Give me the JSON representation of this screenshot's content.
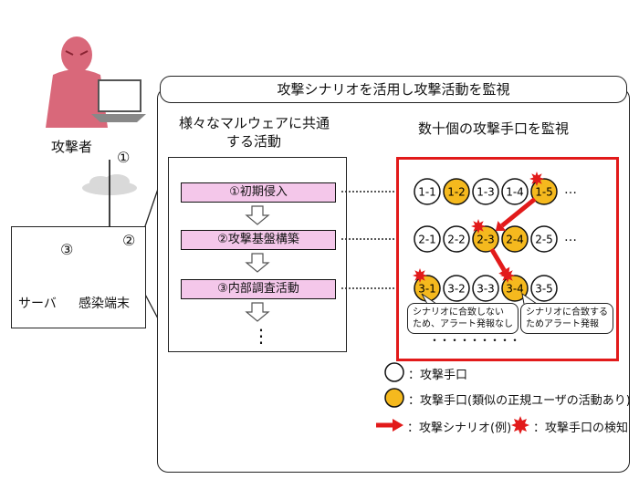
{
  "main_title": "攻撃シナリオを活用し攻撃活動を監視",
  "left_heading": [
    "様々なマルウェアに共通",
    "する活動"
  ],
  "right_heading": "数十個の攻撃手口を監視",
  "attacker_label": "攻撃者",
  "server_label": "サーバ",
  "terminal_label": "感染端末",
  "step_markers": [
    "①",
    "②",
    "③"
  ],
  "stages": [
    "①初期侵入",
    "②攻撃基盤構築",
    "③内部調査活動"
  ],
  "rows": [
    {
      "nodes": [
        {
          "label": "1-1",
          "similar": false,
          "detected": false
        },
        {
          "label": "1-2",
          "similar": true,
          "detected": false
        },
        {
          "label": "1-3",
          "similar": false,
          "detected": false
        },
        {
          "label": "1-4",
          "similar": false,
          "detected": false
        },
        {
          "label": "1-5",
          "similar": true,
          "detected": true
        }
      ]
    },
    {
      "nodes": [
        {
          "label": "2-1",
          "similar": false,
          "detected": false
        },
        {
          "label": "2-2",
          "similar": false,
          "detected": false
        },
        {
          "label": "2-3",
          "similar": true,
          "detected": true
        },
        {
          "label": "2-4",
          "similar": true,
          "detected": false
        },
        {
          "label": "2-5",
          "similar": false,
          "detected": false
        }
      ]
    },
    {
      "nodes": [
        {
          "label": "3-1",
          "similar": true,
          "detected": true
        },
        {
          "label": "3-2",
          "similar": false,
          "detected": false
        },
        {
          "label": "3-3",
          "similar": false,
          "detected": false
        },
        {
          "label": "3-4",
          "similar": true,
          "detected": true
        },
        {
          "label": "3-5",
          "similar": false,
          "detected": false
        }
      ]
    }
  ],
  "row_ellipsis": "…",
  "callouts": [
    [
      "シナリオに合致しない",
      "ため、アラート発報なし"
    ],
    [
      "シナリオに合致する",
      "ためアラート発報"
    ]
  ],
  "node_dots": "・・・・・・・・・",
  "stage_dots": "⋮",
  "legend": {
    "normal": "：攻撃手口",
    "similar": "：攻撃手口(類似の正規ユーザの活動あり)",
    "scenario": "：攻撃シナリオ(例)",
    "detection": "：攻撃手口の検知"
  },
  "colors": {
    "similar_fill": "#f5b91e",
    "stage_fill": "#f4c7ea",
    "alert_red": "#e21a1a",
    "attacker": "#d9687a"
  }
}
